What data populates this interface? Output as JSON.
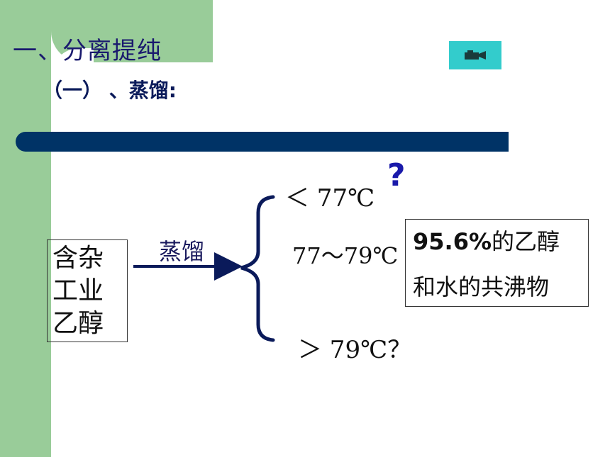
{
  "title": "一、分离提纯",
  "subtitle": "（一）  、蒸馏:",
  "toolbar": {
    "icon": "camera-icon"
  },
  "colors": {
    "strip": "#99cc99",
    "bar": "#003366",
    "button": "#33cccc",
    "text_dark": "#0a1a5a"
  },
  "diagram": {
    "input_lines": [
      "含杂",
      "工业",
      "乙醇"
    ],
    "arrow_label": "蒸馏",
    "question_mark": "?",
    "outputs": {
      "low": "＜ 77℃",
      "mid": "77～79℃",
      "high": "＞ 79℃？"
    },
    "result_box": {
      "line1_bold": "95.6%",
      "line1_rest": "的乙醇",
      "line2": "和水的共沸物"
    }
  }
}
